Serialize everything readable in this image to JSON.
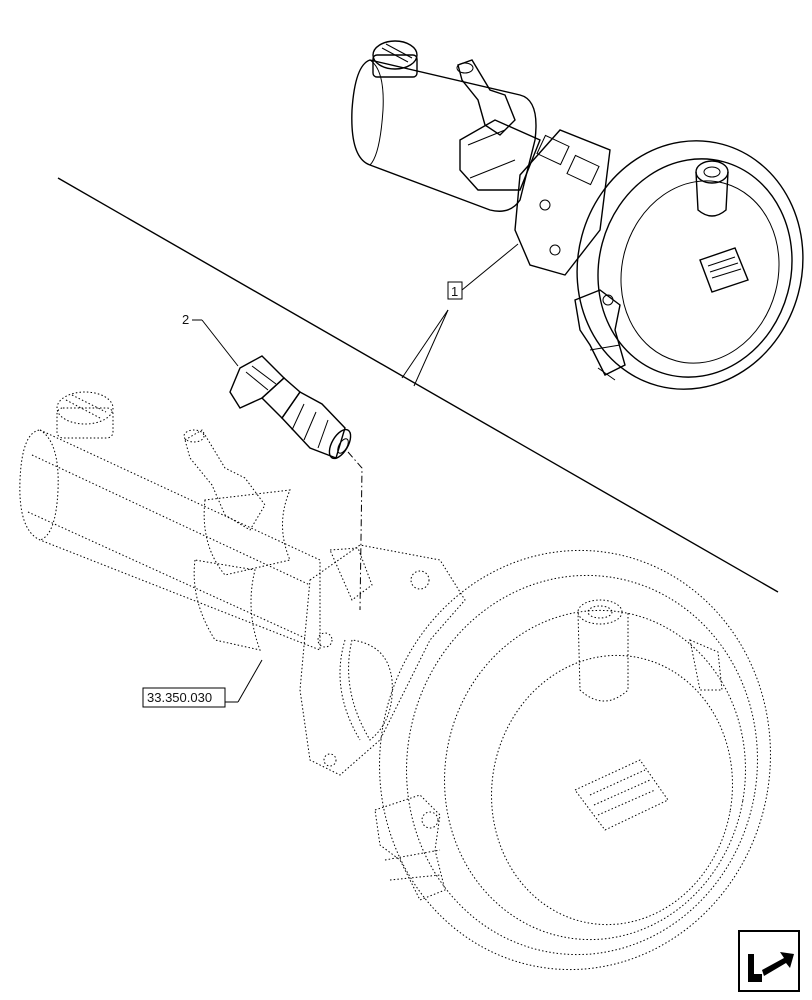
{
  "callouts": {
    "reference_top": "1",
    "part_2": "2",
    "crossref": "33.350.030"
  },
  "nav_icon": "arrow-back-icon"
}
